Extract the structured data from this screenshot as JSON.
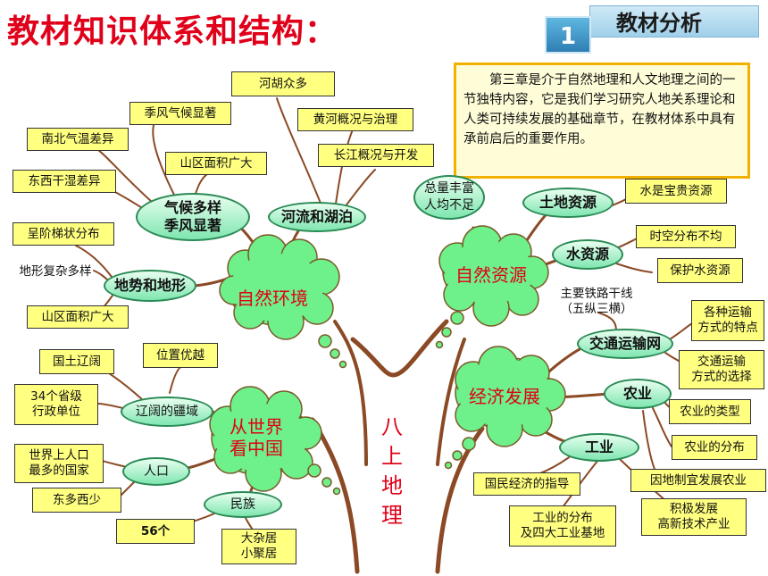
{
  "header": {
    "title": "教材知识体系和结构：",
    "badge_number": "1",
    "badge_label": "教材分析"
  },
  "intro_text": "第三章是介于自然地理和人文地理之间的一节独特内容，它是我们学习研究人地关系理论和人类可持续发展的基础章节，在教材体系中具有承前启后的重要作用。",
  "center": {
    "title": "八上地理"
  },
  "clouds": {
    "natural_env": "自然环境",
    "natural_res": "自然资源",
    "economy": "经济发展",
    "china": "从世界\n看中国"
  },
  "nodes": {
    "climate": "气候多样\n季风显著",
    "rivers": "河流和湖泊",
    "terrain": "地势和地形",
    "total": "总量丰富\n人均不足",
    "land": "土地资源",
    "water": "水资源",
    "transport": "交通运输网",
    "agri": "农业",
    "industry": "工业",
    "territory": "辽阔的疆域",
    "population": "人口",
    "ethnic": "民族"
  },
  "boxes": {
    "monsoon": "季风气候显著",
    "north_south_temp": "南北气温差异",
    "mountain1": "山区面积广大",
    "east_west_dry": "东西干湿差异",
    "yellow_river_big": "河胡众多",
    "yellow_river": "黄河概况与治理",
    "yangtze": "长江概况与开发",
    "staircase": "呈阶梯状分布",
    "complex_terrain": "地形复杂多样",
    "mountain2": "山区面积广大",
    "water_precious": "水是宝贵资源",
    "time_space": "时空分布不均",
    "protect_water": "保护水资源",
    "railway": "主要铁路干线\n（五纵三横）",
    "transport_feature": "各种运输\n方式的特点",
    "transport_choice": "交通运输\n方式的选择",
    "agri_type": "农业的类型",
    "agri_dist": "农业的分布",
    "local_agri": "因地制宜发展农业",
    "hightech": "积极发展\n高新技术产业",
    "industry_dist": "工业的分布\n及四大工业基地",
    "guide": "国民经济的指导",
    "vast_land": "国土辽阔",
    "location": "位置优越",
    "provinces": "34个省级\n行政单位",
    "most_pop": "世界上人口\n最多的国家",
    "east_west_pop": "东多西少",
    "nations56": "56个",
    "mixed": "大杂居\n小聚居"
  }
}
